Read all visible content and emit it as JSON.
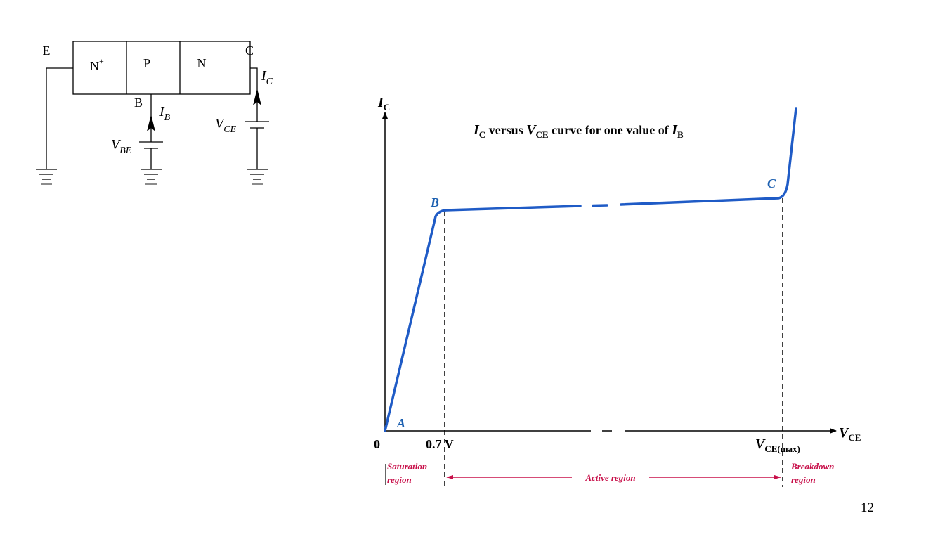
{
  "circuit": {
    "terminal_emitter": "E",
    "terminal_collector": "C",
    "terminal_base": "B",
    "region_emitter": "N",
    "region_emitter_sup": "+",
    "region_base": "P",
    "region_collector": "N",
    "current_collector": "I",
    "current_collector_sub": "C",
    "current_base": "I",
    "current_base_sub": "B",
    "voltage_ce": "V",
    "voltage_ce_sub": "CE",
    "voltage_be": "V",
    "voltage_be_sub": "BE"
  },
  "graph": {
    "title_i": "I",
    "title_c": "C",
    "title_mid": " versus ",
    "title_v": "V",
    "title_ce": "CE",
    "title_rest": " curve for one value of ",
    "title_i2": "I",
    "title_b": "B",
    "y_axis_i": "I",
    "y_axis_sub": "C",
    "x_axis_v": "V",
    "x_axis_sub": "CE",
    "origin_label": "0",
    "tick_07": "0.7 V",
    "tick_vmax_v": "V",
    "tick_vmax_sub": "CE(max)",
    "point_a": "A",
    "point_b": "B",
    "point_c": "C",
    "region_saturation_1": "Saturation",
    "region_saturation_2": "region",
    "region_active": "Active region",
    "region_breakdown_1": "Breakdown",
    "region_breakdown_2": "region"
  },
  "page_number": "12",
  "colors": {
    "curve": "#1f5bc6",
    "point_labels": "#1b5fb0",
    "region_labels": "#c8104a"
  }
}
